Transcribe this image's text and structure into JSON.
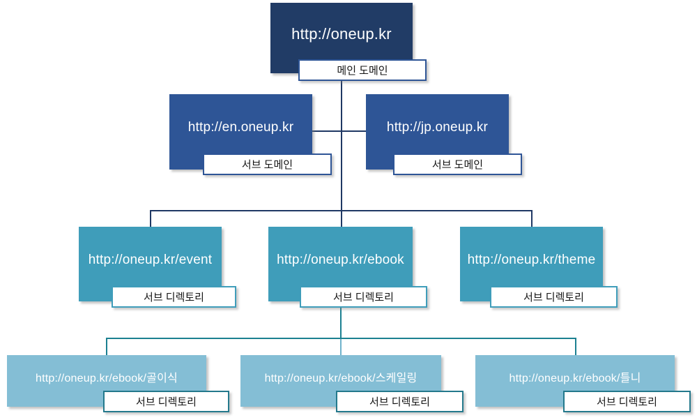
{
  "diagram": {
    "type": "site-structure-tree",
    "nodes": [
      {
        "url": "http://oneup.kr",
        "label": "메인 도메인",
        "level": "main-domain"
      },
      {
        "url": "http://en.oneup.kr",
        "label": "서브 도메인",
        "level": "sub-domain"
      },
      {
        "url": "http://jp.oneup.kr",
        "label": "서브 도메인",
        "level": "sub-domain"
      },
      {
        "url": "http://oneup.kr/event",
        "label": "서브 디렉토리",
        "level": "sub-directory"
      },
      {
        "url": "http://oneup.kr/ebook",
        "label": "서브 디렉토리",
        "level": "sub-directory"
      },
      {
        "url": "http://oneup.kr/theme",
        "label": "서브 디렉토리",
        "level": "sub-directory"
      },
      {
        "url": "http://oneup.kr/ebook/골이식",
        "label": "서브 디렉토리",
        "level": "sub-directory"
      },
      {
        "url": "http://oneup.kr/ebook/스케일링",
        "label": "서브 디렉토리",
        "level": "sub-directory"
      },
      {
        "url": "http://oneup.kr/ebook/틀니",
        "label": "서브 디렉토리",
        "level": "sub-directory"
      }
    ],
    "colors": {
      "main_domain_box": "#213C66",
      "sub_domain_box": "#2E5596",
      "sub_directory_box": "#3F9DBA",
      "deep_directory_box": "#84BED5",
      "label_border_blue": "#2E5596",
      "label_border_teal": "#3F9DBA",
      "label_border_dark_teal": "#24798C",
      "connector_navy": "#1F3864",
      "connector_teal": "#1B8091"
    }
  }
}
